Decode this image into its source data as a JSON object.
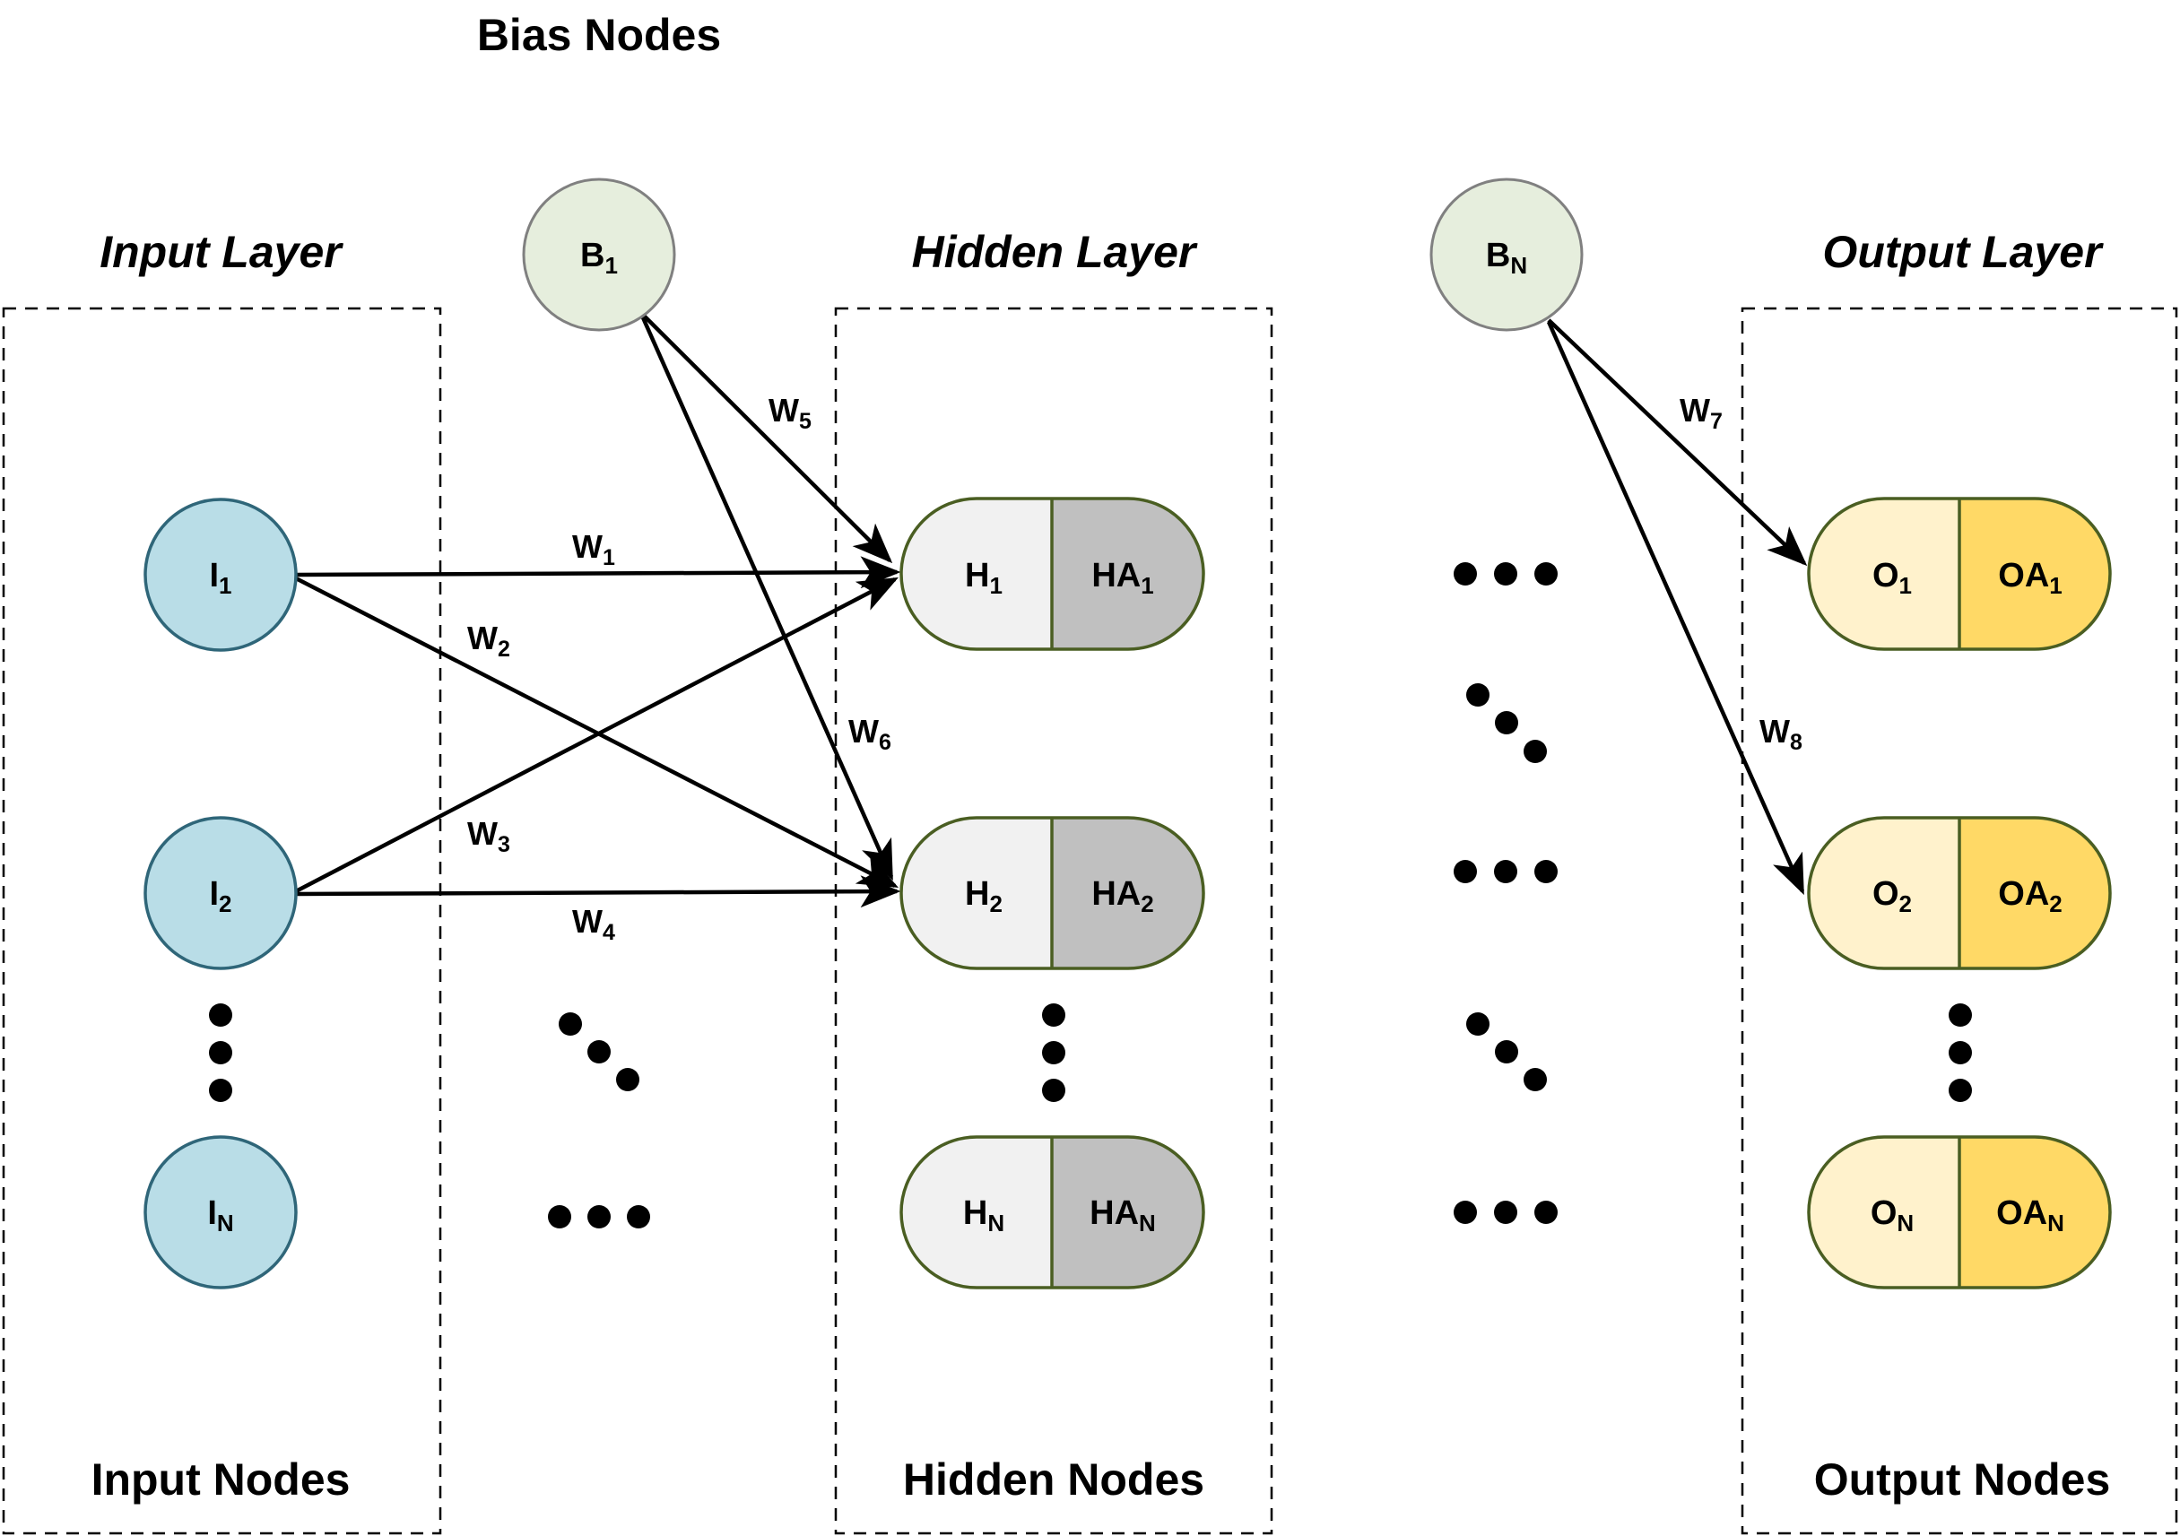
{
  "headers": {
    "bias_nodes": "Bias Nodes",
    "input_layer": "Input Layer",
    "hidden_layer": "Hidden Layer",
    "output_layer": "Output Layer"
  },
  "footers": {
    "input_nodes": "Input Nodes",
    "hidden_nodes": "Hidden Nodes",
    "output_nodes": "Output Nodes"
  },
  "input_nodes": [
    {
      "letter": "I",
      "sub": "1"
    },
    {
      "letter": "I",
      "sub": "2"
    },
    {
      "letter": "I",
      "sub": "N"
    }
  ],
  "bias_nodes": [
    {
      "letter": "B",
      "sub": "1"
    },
    {
      "letter": "B",
      "sub": "N"
    }
  ],
  "hidden_nodes": [
    {
      "left": "H",
      "left_sub": "1",
      "right": "HA",
      "right_sub": "1"
    },
    {
      "left": "H",
      "left_sub": "2",
      "right": "HA",
      "right_sub": "2"
    },
    {
      "left": "H",
      "left_sub": "N",
      "right": "HA",
      "right_sub": "N"
    }
  ],
  "output_nodes": [
    {
      "left": "O",
      "left_sub": "1",
      "right": "OA",
      "right_sub": "1"
    },
    {
      "left": "O",
      "left_sub": "2",
      "right": "OA",
      "right_sub": "2"
    },
    {
      "left": "O",
      "left_sub": "N",
      "right": "OA",
      "right_sub": "N"
    }
  ],
  "weights": [
    {
      "letter": "W",
      "sub": "1"
    },
    {
      "letter": "W",
      "sub": "2"
    },
    {
      "letter": "W",
      "sub": "3"
    },
    {
      "letter": "W",
      "sub": "4"
    },
    {
      "letter": "W",
      "sub": "5"
    },
    {
      "letter": "W",
      "sub": "6"
    },
    {
      "letter": "W",
      "sub": "7"
    },
    {
      "letter": "W",
      "sub": "8"
    }
  ],
  "colors": {
    "input_fill": "#b9dde7",
    "input_stroke": "#2f6679",
    "bias_fill": "#e6eedd",
    "bias_stroke": "#808080",
    "hidden_left_fill": "#f1f1f1",
    "hidden_right_fill": "#c0c0c0",
    "output_left_fill": "#fff2cc",
    "output_right_fill": "#ffd966",
    "pill_stroke": "#4a5e22"
  }
}
